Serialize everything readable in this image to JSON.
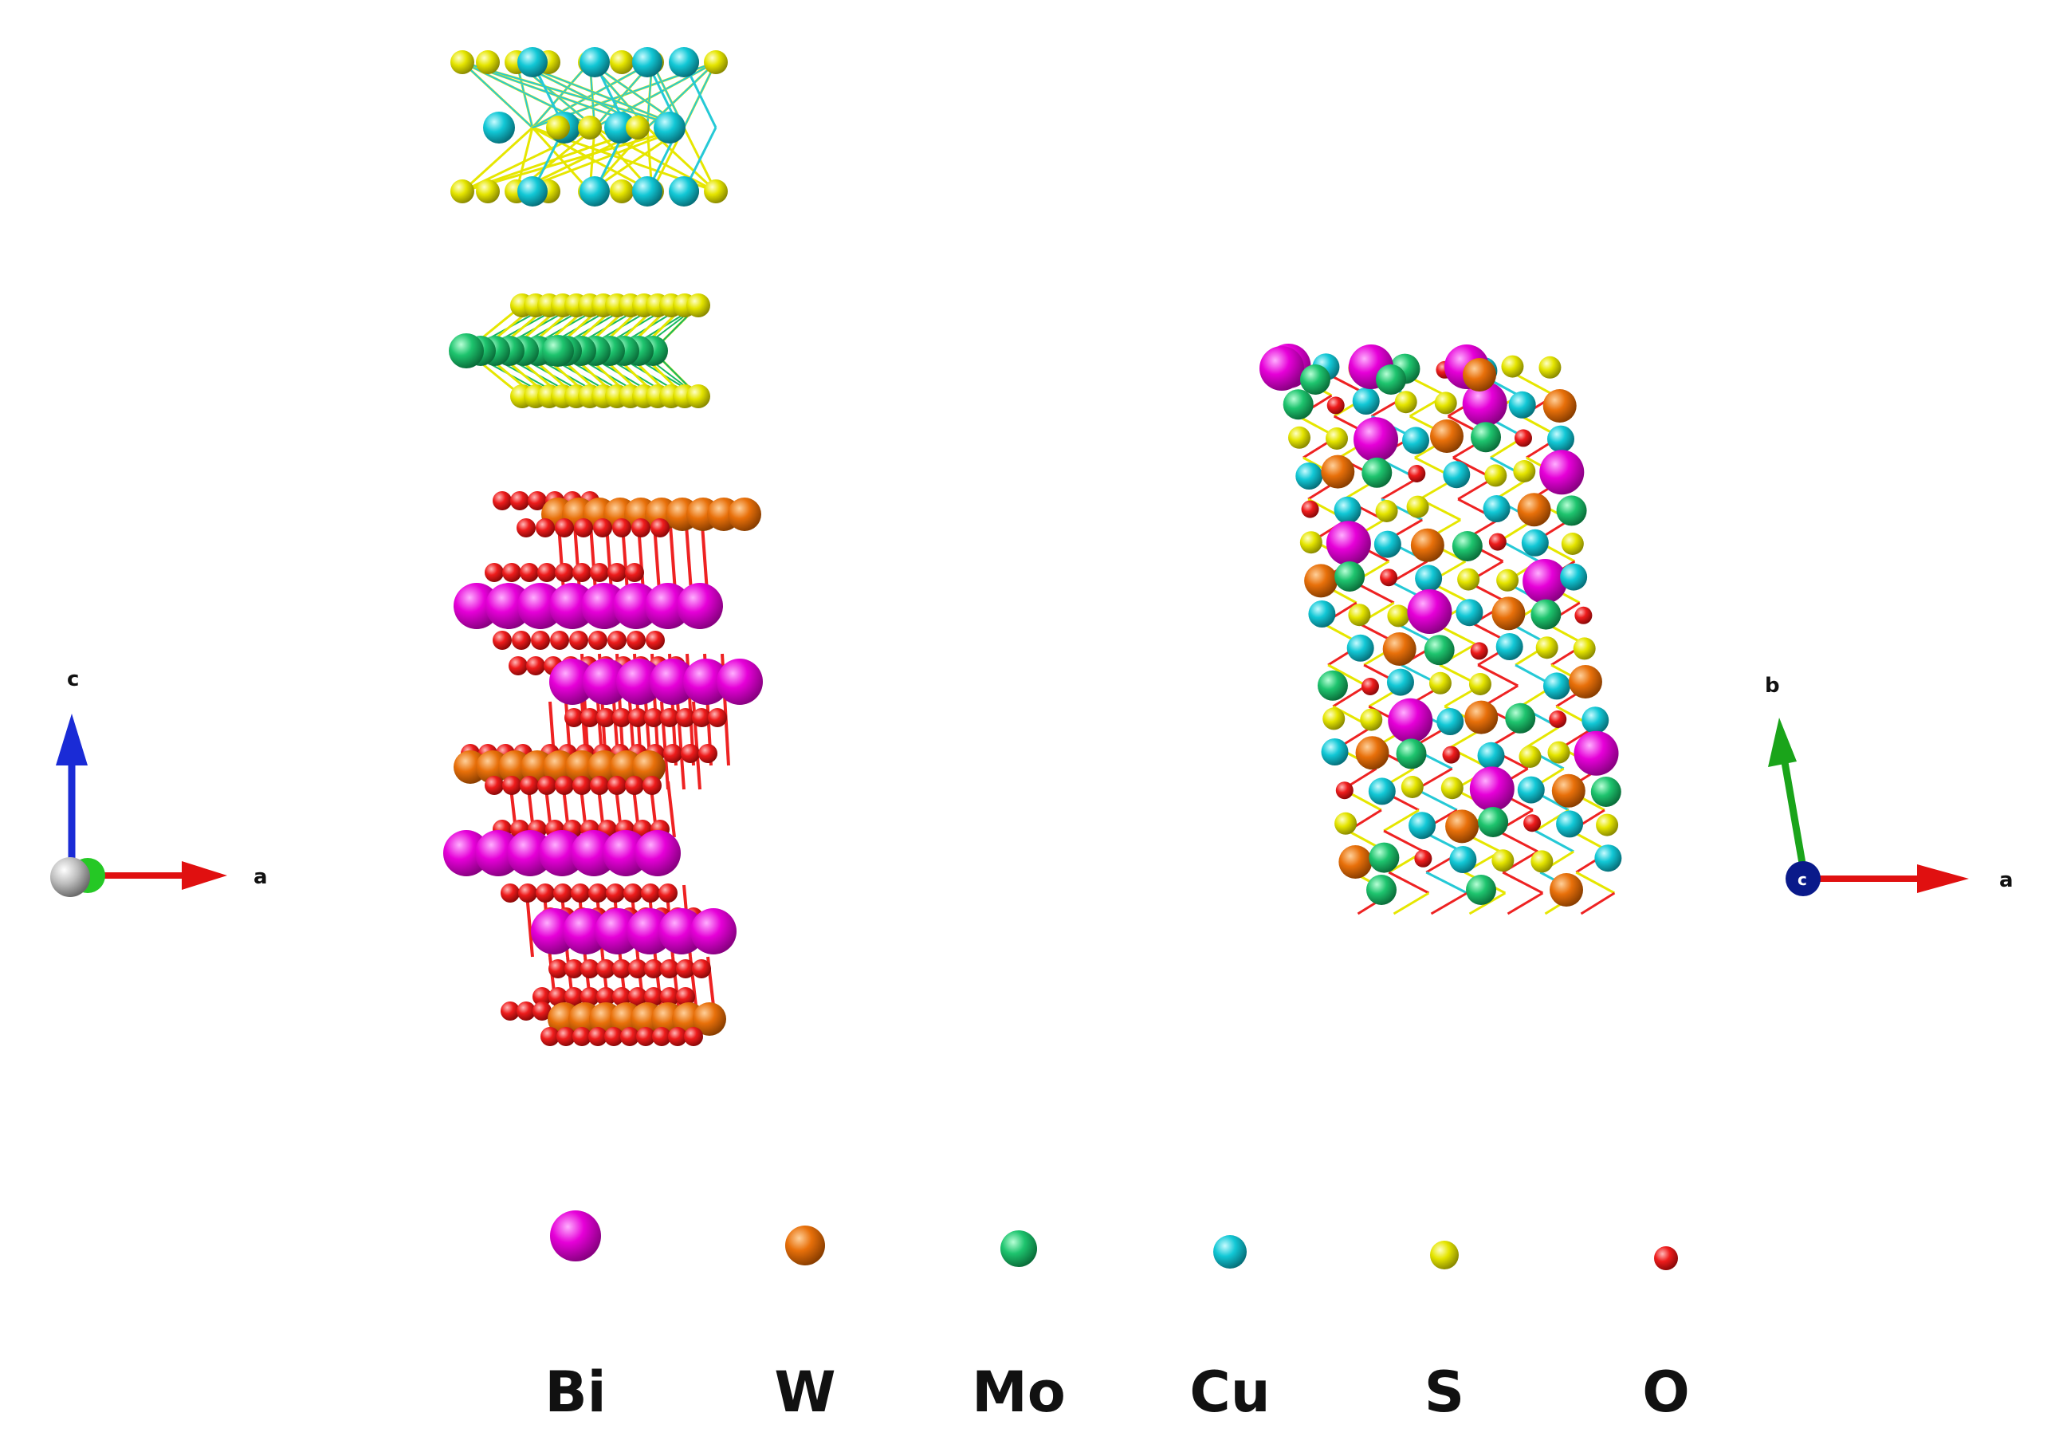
{
  "legend": {
    "items": [
      {
        "element": "Bi",
        "color": "#e600d8"
      },
      {
        "element": "W",
        "color": "#e8700a"
      },
      {
        "element": "Mo",
        "color": "#1ec46e"
      },
      {
        "element": "Cu",
        "color": "#12c8d6"
      },
      {
        "element": "S",
        "color": "#e5e500"
      },
      {
        "element": "O",
        "color": "#ee1c1c"
      }
    ]
  },
  "axes_left": {
    "vertical": "c",
    "horizontal": "a",
    "vertical_color": "#1a2bd6",
    "horizontal_color": "#e01010"
  },
  "axes_right": {
    "vertical": "b",
    "horizontal": "a",
    "center": "c",
    "vertical_color": "#1aa41a",
    "horizontal_color": "#e01010",
    "center_color": "#0a1a8a"
  },
  "bond_colors": {
    "s": "#e6e600",
    "cu": "#25c9d6",
    "o": "#ee2222",
    "mo": "#16b85e"
  }
}
